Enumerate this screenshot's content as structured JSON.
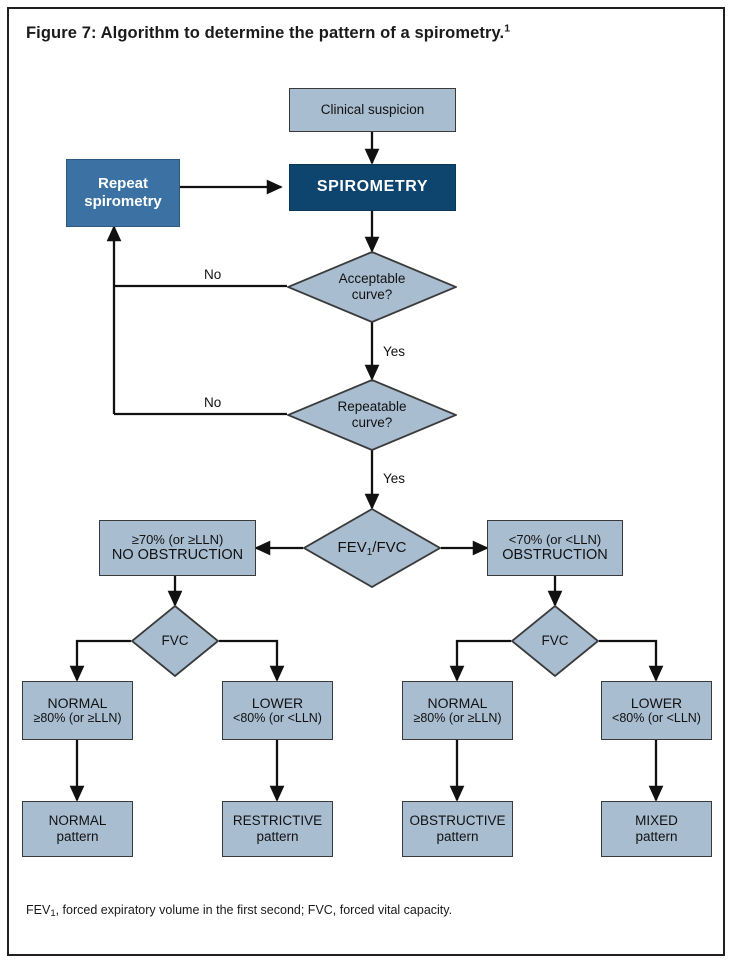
{
  "figure": {
    "title_main": "Figure 7: Algorithm to determine the pattern of a spirometry.",
    "title_ref": "1",
    "footnote": "FEV1, forced expiratory volume in the first second; FVC, forced vital capacity."
  },
  "colors": {
    "box_fill": "#a9bdd1",
    "box_fill_light": "#bcc8d6",
    "navy_fill": "#0e456f",
    "steel_fill": "#3c72a3",
    "border": "#3a3a3a",
    "line": "#111111",
    "text": "#111111",
    "text_inverse": "#ffffff",
    "frame": "#231f20"
  },
  "chart_data": {
    "type": "flowchart",
    "title": "Algorithm to determine the pattern of a spirometry",
    "orientation": "top-down",
    "nodes": [
      {
        "id": "clinical_suspicion",
        "shape": "rect",
        "label": "Clinical suspicion"
      },
      {
        "id": "spirometry",
        "shape": "rect",
        "label": "SPIROMETRY",
        "style": "navy"
      },
      {
        "id": "repeat_spirometry",
        "shape": "rect",
        "label_line1": "Repeat",
        "label_line2": "spirometry",
        "style": "steel"
      },
      {
        "id": "acceptable_curve",
        "shape": "diamond",
        "label_line1": "Acceptable",
        "label_line2": "curve?"
      },
      {
        "id": "repeatable_curve",
        "shape": "diamond",
        "label_line1": "Repeatable",
        "label_line2": "curve?"
      },
      {
        "id": "fev1_fvc",
        "shape": "diamond",
        "label": "FEV1/FVC"
      },
      {
        "id": "no_obstruction",
        "shape": "rect",
        "label_line1": "≥70% (or ≥LLN)",
        "label_line2": "NO OBSTRUCTION"
      },
      {
        "id": "obstruction",
        "shape": "rect",
        "label_line1": "<70% (or <LLN)",
        "label_line2": "OBSTRUCTION"
      },
      {
        "id": "fvc_left",
        "shape": "diamond",
        "label": "FVC"
      },
      {
        "id": "fvc_right",
        "shape": "diamond",
        "label": "FVC"
      },
      {
        "id": "normal_left",
        "shape": "rect",
        "label_line1": "NORMAL",
        "label_line2": "≥80% (or ≥LLN)"
      },
      {
        "id": "lower_left",
        "shape": "rect",
        "label_line1": "LOWER",
        "label_line2": "<80% (or <LLN)"
      },
      {
        "id": "normal_right",
        "shape": "rect",
        "label_line1": "NORMAL",
        "label_line2": "≥80% (or ≥LLN)"
      },
      {
        "id": "lower_right",
        "shape": "rect",
        "label_line1": "LOWER",
        "label_line2": "<80% (or <LLN)"
      },
      {
        "id": "normal_pattern",
        "shape": "rect",
        "label_line1": "NORMAL",
        "label_line2": "pattern"
      },
      {
        "id": "restrictive_pattern",
        "shape": "rect",
        "label_line1": "RESTRICTIVE",
        "label_line2": "pattern"
      },
      {
        "id": "obstructive_pattern",
        "shape": "rect",
        "label_line1": "OBSTRUCTIVE",
        "label_line2": "pattern"
      },
      {
        "id": "mixed_pattern",
        "shape": "rect",
        "label_line1": "MIXED",
        "label_line2": "pattern"
      }
    ],
    "edges": [
      {
        "from": "clinical_suspicion",
        "to": "spirometry",
        "label": ""
      },
      {
        "from": "spirometry",
        "to": "acceptable_curve",
        "label": ""
      },
      {
        "from": "acceptable_curve",
        "to": "repeat_spirometry",
        "label": "No"
      },
      {
        "from": "acceptable_curve",
        "to": "repeatable_curve",
        "label": "Yes"
      },
      {
        "from": "repeatable_curve",
        "to": "repeat_spirometry",
        "label": "No"
      },
      {
        "from": "repeatable_curve",
        "to": "fev1_fvc",
        "label": "Yes"
      },
      {
        "from": "repeat_spirometry",
        "to": "spirometry",
        "label": ""
      },
      {
        "from": "fev1_fvc",
        "to": "no_obstruction",
        "label": ""
      },
      {
        "from": "fev1_fvc",
        "to": "obstruction",
        "label": ""
      },
      {
        "from": "no_obstruction",
        "to": "fvc_left",
        "label": ""
      },
      {
        "from": "obstruction",
        "to": "fvc_right",
        "label": ""
      },
      {
        "from": "fvc_left",
        "to": "normal_left",
        "label": ""
      },
      {
        "from": "fvc_left",
        "to": "lower_left",
        "label": ""
      },
      {
        "from": "fvc_right",
        "to": "normal_right",
        "label": ""
      },
      {
        "from": "fvc_right",
        "to": "lower_right",
        "label": ""
      },
      {
        "from": "normal_left",
        "to": "normal_pattern",
        "label": ""
      },
      {
        "from": "lower_left",
        "to": "restrictive_pattern",
        "label": ""
      },
      {
        "from": "normal_right",
        "to": "obstructive_pattern",
        "label": ""
      },
      {
        "from": "lower_right",
        "to": "mixed_pattern",
        "label": ""
      }
    ]
  },
  "nodes": {
    "clinical_suspicion": {
      "label": "Clinical suspicion"
    },
    "spirometry": {
      "label": "SPIROMETRY"
    },
    "repeat_spirometry": {
      "line1": "Repeat",
      "line2": "spirometry"
    },
    "acceptable_curve": {
      "line1": "Acceptable",
      "line2": "curve?"
    },
    "repeatable_curve": {
      "line1": "Repeatable",
      "line2": "curve?"
    },
    "fev1_fvc": {
      "prefix": "FEV",
      "sub": "1",
      "suffix": "/FVC"
    },
    "no_obstruction": {
      "line1": "≥70% (or ≥LLN)",
      "line2": "NO OBSTRUCTION"
    },
    "obstruction": {
      "line1": "<70% (or <LLN)",
      "line2": "OBSTRUCTION"
    },
    "fvc_left": {
      "label": "FVC"
    },
    "fvc_right": {
      "label": "FVC"
    },
    "normal_left": {
      "line1": "NORMAL",
      "line2": "≥80% (or ≥LLN)"
    },
    "lower_left": {
      "line1": "LOWER",
      "line2": "<80% (or <LLN)"
    },
    "normal_right": {
      "line1": "NORMAL",
      "line2": "≥80% (or ≥LLN)"
    },
    "lower_right": {
      "line1": "LOWER",
      "line2": "<80% (or <LLN)"
    },
    "normal_pattern": {
      "line1": "NORMAL",
      "line2": "pattern"
    },
    "restrictive_pattern": {
      "line1": "RESTRICTIVE",
      "line2": "pattern"
    },
    "obstructive_pattern": {
      "line1": "OBSTRUCTIVE",
      "line2": "pattern"
    },
    "mixed_pattern": {
      "line1": "MIXED",
      "line2": "pattern"
    }
  },
  "edge_labels": {
    "acceptable_no": "No",
    "acceptable_yes": "Yes",
    "repeatable_no": "No",
    "repeatable_yes": "Yes"
  },
  "footnote_parts": {
    "fev": "FEV",
    "sub": "1",
    "rest": ", forced expiratory volume in the first second; FVC, forced vital capacity."
  }
}
